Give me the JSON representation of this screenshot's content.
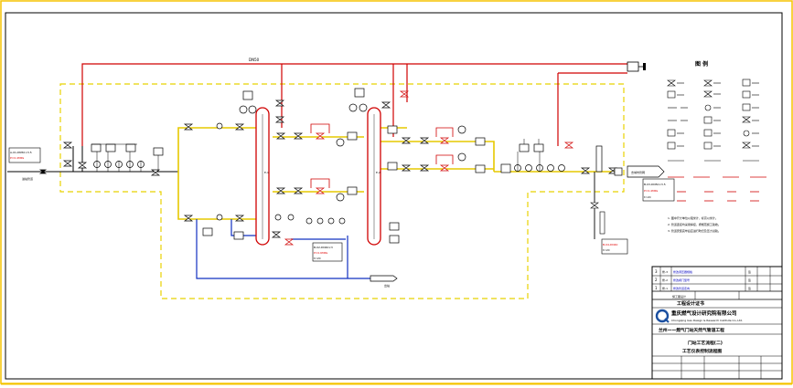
{
  "drawing": {
    "top_line_label": "DN50",
    "legend_title": "图  例",
    "left_box": {
      "line1": "A-01-DN50×3.5",
      "line2": "P=0.4MPa"
    },
    "mid_box": {
      "line1": "B-02-DN40×3",
      "line2": "P=0.6MPa",
      "line3": "t=20"
    },
    "right_box": {
      "line1": "B-03-DN50×3.5",
      "line2": "P=0.4MPa",
      "line3": "t=20"
    },
    "lower_right_box": {
      "line1": "B-04-DN40",
      "line2": "t=20"
    },
    "notes": [
      "1. 图中尺寸单位以毫米计，标高以米计。",
      "2. 管道连接均采用焊接，按规范施工验收。",
      "3. 管道安装完毕后应进行吹扫及压力试验。"
    ],
    "revision_rows": [
      {
        "mark": "3",
        "code": "修-3",
        "desc": "修改调压器规格",
        "sign": "签"
      },
      {
        "mark": "2",
        "code": "修-2",
        "desc": "修改阀门型号",
        "sign": "签"
      },
      {
        "mark": "1",
        "code": "修-1",
        "desc": "修改管道走向",
        "sign": "签"
      }
    ],
    "title_block": {
      "company_cn": "重庆燃气设计研究院有限公司",
      "company_en": "Chongqing Gas Design & Research Institute Co.,Ltd.",
      "project": "兰州——燃气门站天然气管道工程",
      "drawing_title": "门站工艺流程(二)",
      "drawing_subtitle": "工艺仪表控制流程图",
      "header_label": "工程设计证书",
      "design_stage": "施工图设计"
    }
  }
}
